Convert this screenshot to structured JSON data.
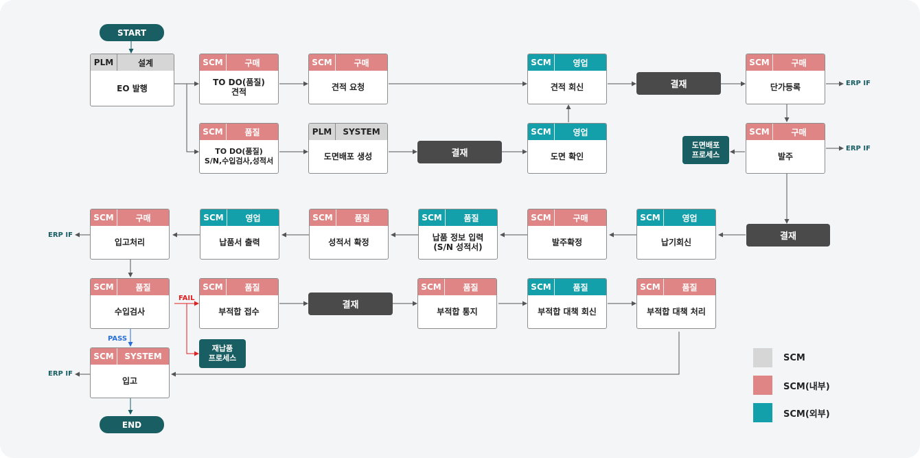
{
  "terminals": {
    "start": "START",
    "end": "END"
  },
  "nodes": {
    "eo": {
      "sys": "PLM",
      "dept": "설계",
      "text": "EO 발행"
    },
    "todo_quote": {
      "sys": "SCM",
      "dept": "구매",
      "text": "TO DO(품질)\n견적"
    },
    "quote_req": {
      "sys": "SCM",
      "dept": "구매",
      "text": "견적 요청"
    },
    "quote_reply": {
      "sys": "SCM",
      "dept": "영업",
      "text": "견적 회신"
    },
    "unit_price": {
      "sys": "SCM",
      "dept": "구매",
      "text": "단가등록"
    },
    "todo_qc": {
      "sys": "SCM",
      "dept": "품질",
      "text": "TO DO(품질)\nS/N,수입검사,성적서"
    },
    "drawing_gen": {
      "sys": "PLM",
      "dept": "SYSTEM",
      "text": "도면배포 생성"
    },
    "drawing_check": {
      "sys": "SCM",
      "dept": "영업",
      "text": "도면 확인"
    },
    "order": {
      "sys": "SCM",
      "dept": "구매",
      "text": "발주"
    },
    "delivery_reply": {
      "sys": "SCM",
      "dept": "영업",
      "text": "납기회신"
    },
    "order_confirm": {
      "sys": "SCM",
      "dept": "구매",
      "text": "발주확정"
    },
    "delivery_info": {
      "sys": "SCM",
      "dept": "품질",
      "text": "납품 정보 입력\n(S/N 성적서)"
    },
    "cert_confirm": {
      "sys": "SCM",
      "dept": "품질",
      "text": "성적서 확정"
    },
    "delivery_print": {
      "sys": "SCM",
      "dept": "영업",
      "text": "납품서 출력"
    },
    "receiving": {
      "sys": "SCM",
      "dept": "구매",
      "text": "입고처리"
    },
    "incoming_insp": {
      "sys": "SCM",
      "dept": "품질",
      "text": "수입검사"
    },
    "nc_receipt": {
      "sys": "SCM",
      "dept": "품질",
      "text": "부적합 접수"
    },
    "nc_notice": {
      "sys": "SCM",
      "dept": "품질",
      "text": "부적합 통지"
    },
    "nc_reply": {
      "sys": "SCM",
      "dept": "품질",
      "text": "부적합 대책 회신"
    },
    "nc_process": {
      "sys": "SCM",
      "dept": "품질",
      "text": "부적합 대책 처리"
    },
    "stock_in": {
      "sys": "SCM",
      "dept": "SYSTEM",
      "text": "입고"
    }
  },
  "approvals": {
    "a1": "결재",
    "a2": "결재",
    "a3": "결재",
    "a4": "결재"
  },
  "side_boxes": {
    "drawing_dist": "도면배포\n프로세스",
    "redelivery": "재납품\n프로세스"
  },
  "labels": {
    "erp1": "ERP IF",
    "erp2": "ERP IF",
    "erp3": "ERP IF",
    "erp4": "ERP IF",
    "fail": "FAIL",
    "pass": "PASS"
  },
  "legend": [
    {
      "label": "SCM",
      "color": "#d6d6d6"
    },
    {
      "label": "SCM(내부)",
      "color": "#e08585"
    },
    {
      "label": "SCM(외부)",
      "color": "#14a0aa"
    }
  ],
  "colors": {
    "internal": "#e08585",
    "external": "#14a0aa",
    "plm": "#d6d6d6",
    "terminal": "#195e63",
    "approval": "#4a4a4a",
    "fail": "#e02020",
    "pass": "#2a6fd6"
  }
}
